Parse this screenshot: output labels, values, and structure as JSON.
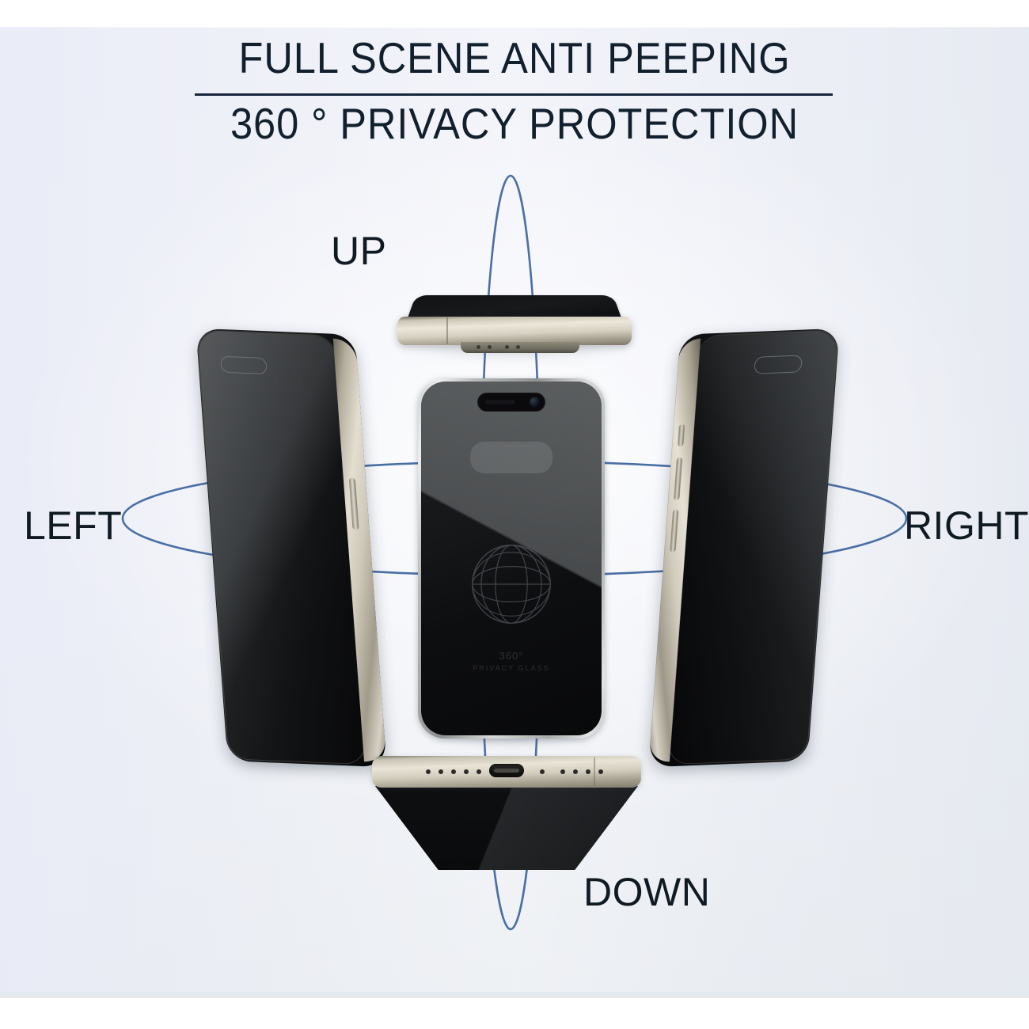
{
  "header": {
    "line1": "FULL SCENE ANTI PEEPING",
    "line2": "360 ° PRIVACY PROTECTION",
    "rule_color": "#16263a",
    "text_color": "#12202e"
  },
  "directions": {
    "up": "UP",
    "left": "LEFT",
    "right": "RIGHT",
    "down": "DOWN",
    "label_color": "#101a22"
  },
  "orbit": {
    "color": "#4a6fa5",
    "horizontal_label": "horizontal-orbit-ellipse",
    "vertical_label": "vertical-orbit-ellipse"
  },
  "phones": {
    "center": {
      "name": "center-phone-front-view",
      "screen_watermark_line1": "360°",
      "screen_watermark_line2": "PRIVACY GLASS",
      "frame_color": "#b7bab9",
      "screen_color": "#0d0e10"
    },
    "up": {
      "name": "top-phone-bottom-edge-view",
      "frame_color": "#d3cdbe"
    },
    "down": {
      "name": "bottom-phone-port-view",
      "frame_color": "#d3cdbe",
      "port": "usb-c"
    },
    "left": {
      "name": "left-phone-angled-view",
      "edge_color": "#cfc9ba"
    },
    "right": {
      "name": "right-phone-angled-view",
      "edge_color": "#d2ccbe"
    }
  },
  "background": {
    "top_band": "#ffffff",
    "field": "#eceef7",
    "bottom_band": "#ffffff"
  }
}
